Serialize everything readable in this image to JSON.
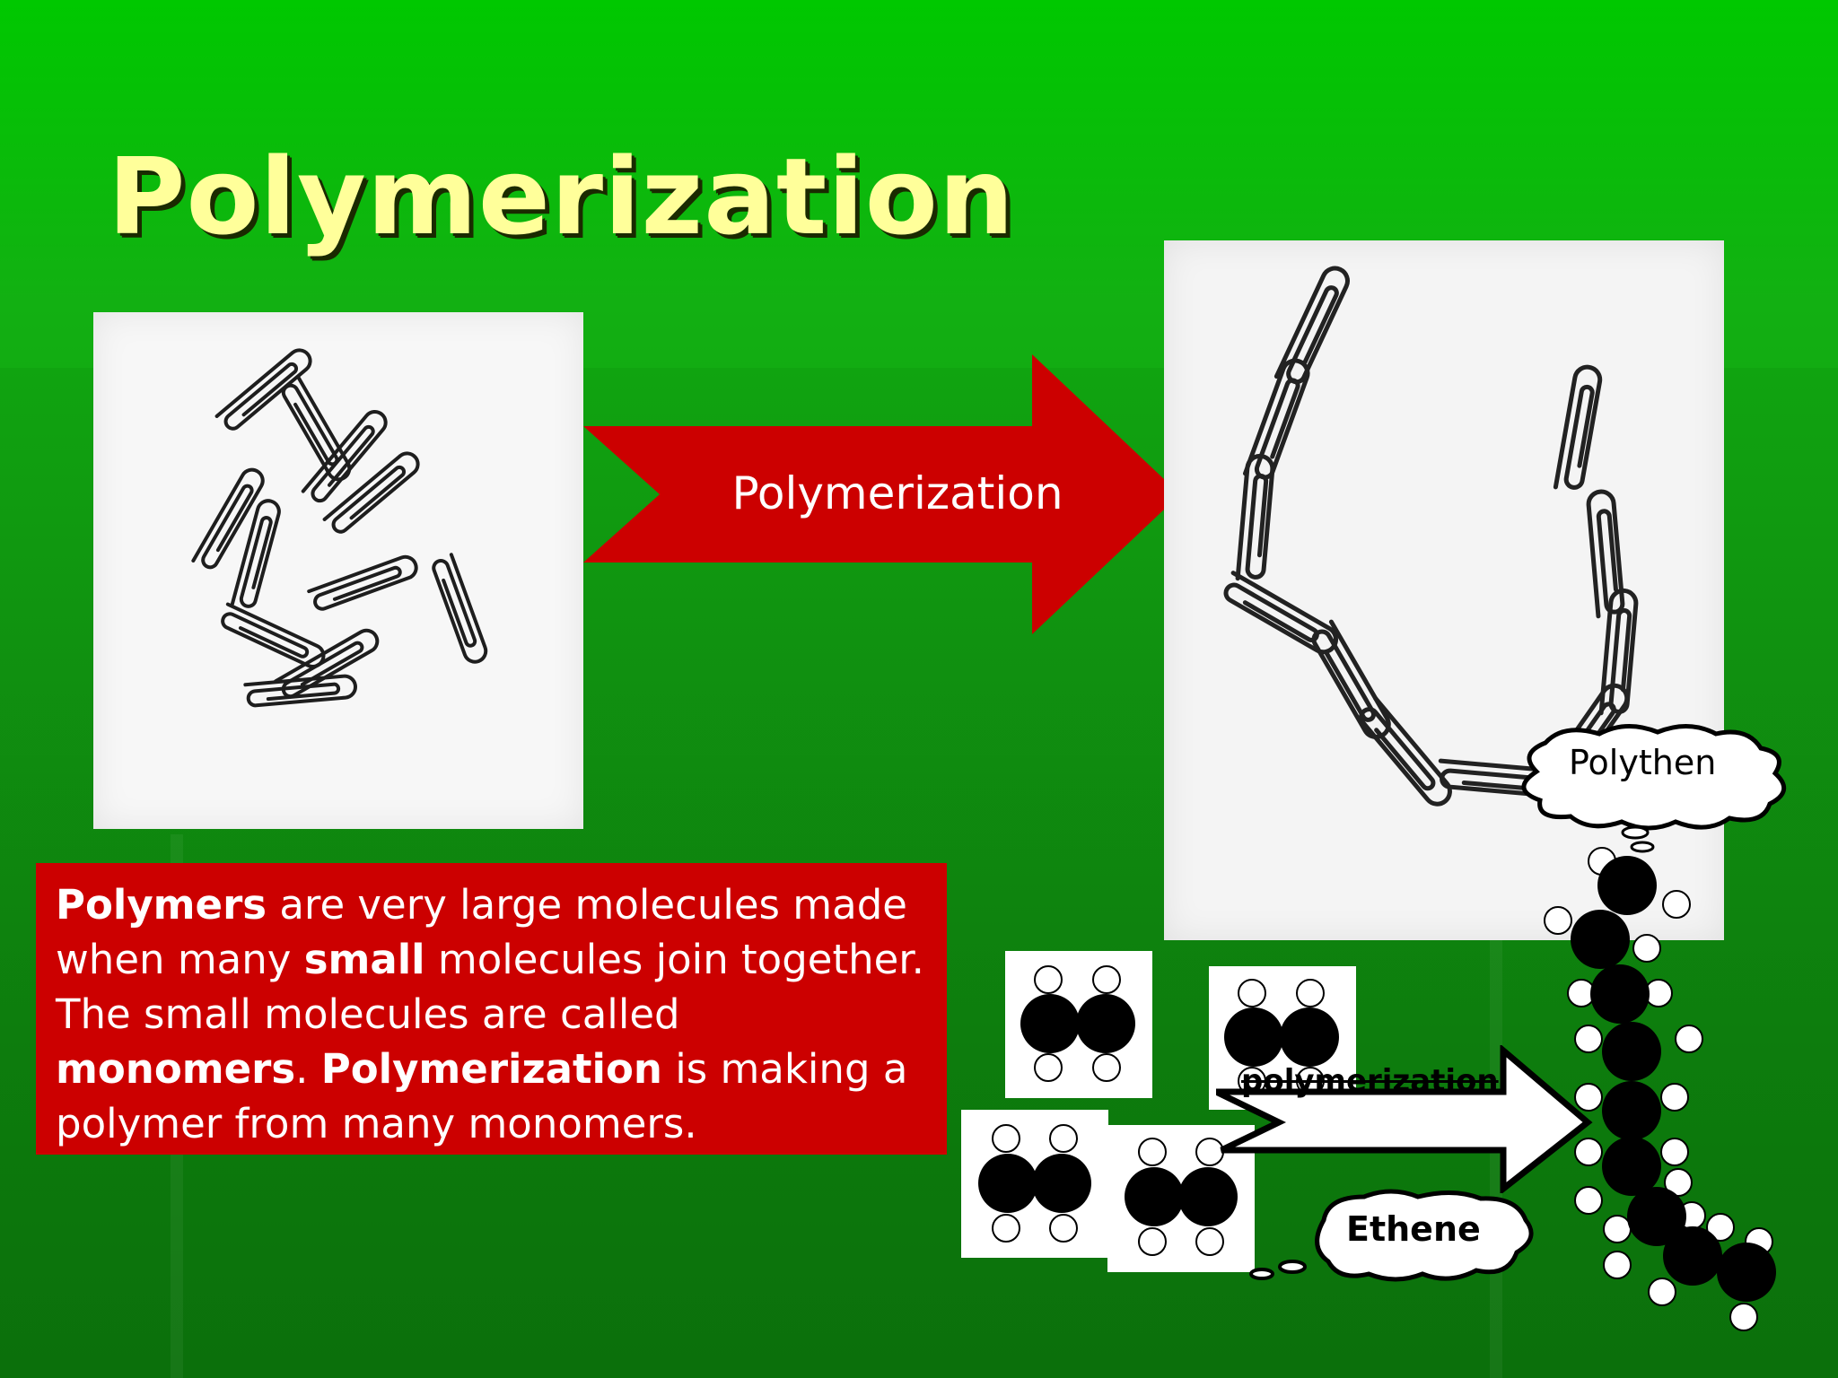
{
  "slide": {
    "title": "Polymerization",
    "arrow_label": "Polymerization",
    "description": {
      "t1_bold": "Polymers",
      "t2": " are very large molecules made when many ",
      "t3_bold": "small",
      "t4": " molecules join together. The small molecules are called ",
      "t5_bold": "monomers",
      "t6": ". ",
      "t7_bold": "Polymerization",
      "t8": " is making a polymer from many monomers."
    },
    "callout_polymer": "Polythen",
    "callout_monomer": "Ethene",
    "reaction_arrow_label": "polymerization"
  },
  "colors": {
    "background_top": "#00c800",
    "background_bottom": "#0e7e0e",
    "title": "#ffff9a",
    "arrow": "#cc0000",
    "textbox": "#cc0000"
  },
  "icons": [
    "paperclip-icon",
    "ethene-molecule-icon",
    "polyethene-chain-icon"
  ]
}
